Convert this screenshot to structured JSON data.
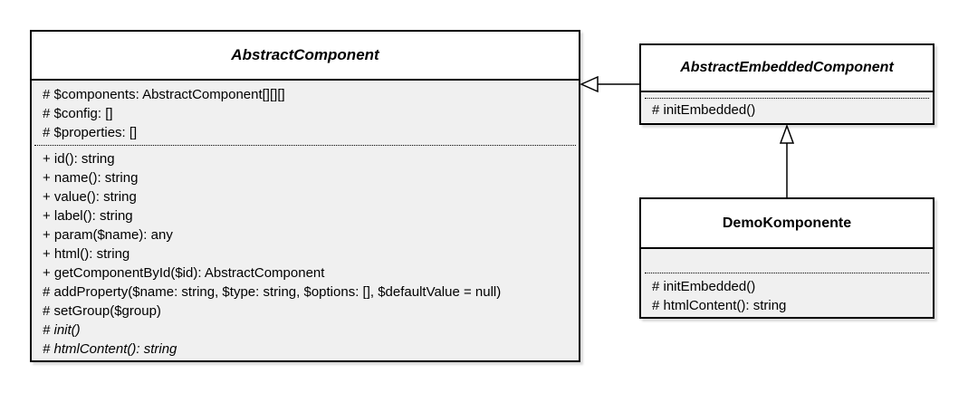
{
  "diagram": {
    "type": "uml-class-diagram",
    "colors": {
      "background": "#ffffff",
      "title_fill": "#ffffff",
      "section_fill": "#f0f0f0",
      "border": "#000000",
      "text": "#000000"
    },
    "classes": {
      "abstract_component": {
        "title": "AbstractComponent",
        "abstract": true,
        "attributes": [
          "# $components: AbstractComponent[][][]",
          "# $config: []",
          "# $properties: []"
        ],
        "methods": [
          "+ id(): string",
          "+ name(): string",
          "+ value(): string",
          "+ label(): string",
          "+ param($name): any",
          "+ html(): string",
          "+ getComponentById($id): AbstractComponent",
          "# addProperty($name: string, $type: string, $options: [], $defaultValue = null)",
          "# setGroup($group)",
          "# init()",
          "# htmlContent(): string"
        ]
      },
      "abstract_embedded_component": {
        "title": "AbstractEmbeddedComponent",
        "abstract": true,
        "attributes": [],
        "methods": [
          "# initEmbedded()"
        ]
      },
      "demo_komponente": {
        "title": "DemoKomponente",
        "abstract": false,
        "attributes": [],
        "methods": [
          "# initEmbedded()",
          "# htmlContent(): string"
        ]
      }
    },
    "relations": [
      {
        "type": "generalization",
        "from": "AbstractEmbeddedComponent",
        "to": "AbstractComponent"
      },
      {
        "type": "generalization",
        "from": "DemoKomponente",
        "to": "AbstractEmbeddedComponent"
      }
    ]
  }
}
